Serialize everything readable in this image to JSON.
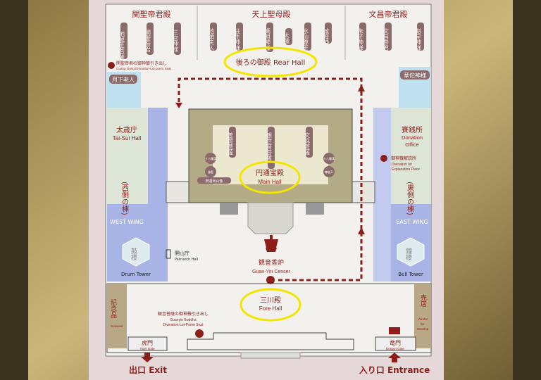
{
  "rear": {
    "shrines": [
      "関聖帝君殿",
      "天上聖母殿",
      "文昌帝君殿"
    ],
    "deities_left": [
      "地蔵王菩薩",
      "関聖帝君",
      "三官神様"
    ],
    "deities_mid": [
      "池頭夫人",
      "註生神様",
      "媽祖神様",
      "太歳",
      "水仙尊王",
      "城隍神"
    ],
    "deities_right": [
      "朱子神様",
      "文昌帝君",
      "魁星神様"
    ],
    "label": "後ろの御殿 Rear Hall",
    "seat_jp": "関聖帝君の御神籤引き出し",
    "seat_en": "Guang Gong Divination-Lot-poem Seat",
    "yuexia": "月下老人",
    "huatuo": "華佗神様"
  },
  "west": {
    "taisui_jp": "太歳庁",
    "taisui_en": "Tai-Sui Hall",
    "wing_jp": "(西側の棟)",
    "wing_en": "WEST WING",
    "drum_jp": "鼓楼",
    "drum_en": "Drum Tower",
    "patriarch_jp": "開山庁",
    "patriarch_en": "Patriarch Hall",
    "souvenir_jp": "記念品",
    "souvenir_en": "Souvenir"
  },
  "east": {
    "donation_jp": "賽銭所",
    "donation_en1": "Donation",
    "donation_en2": "Office",
    "explain_jp": "御神籤解説所",
    "explain_en1": "Divination lot",
    "explain_en2": "Explanation Place",
    "wing_jp": "(東側の棟)",
    "wing_en": "EAST WING",
    "bell_jp": "鐘楼",
    "bell_en": "Bell Tower",
    "vendor_jp": "売店",
    "vendor_en1": "Vendor",
    "vendor_en2": "for",
    "vendor_en3": "Worship"
  },
  "main": {
    "jp": "円通宝殿",
    "en": "Main Hall",
    "deities": [
      "普賢菩薩",
      "観世音菩薩",
      "文殊菩薩"
    ],
    "side": [
      "十八羅漢",
      "伽藍",
      "十八羅漢",
      "尊駄天"
    ],
    "shakyamuni": "釈迦出山像"
  },
  "censer": {
    "jp": "観音香炉",
    "en": "Guan-Yin Censer"
  },
  "fore": {
    "jp": "三川殿",
    "en": "Fore Hall",
    "seat_jp": "観音菩薩の御神籤引き出し",
    "seat_en1": "Guanyin Buddha",
    "seat_en2": "Divination-Lot-Poem Seat",
    "tiger_jp": "虎門",
    "tiger_en": "Tiger Gate",
    "dragon_jp": "竜門",
    "dragon_en": "Dragon Gate"
  },
  "exit": "出口 Exit",
  "entrance": "入り口 Entrance",
  "colors": {
    "accent": "#8c1f1a",
    "highlight": "#f2e600",
    "wing": "#a9b4e6",
    "hall": "#d9dcc8"
  }
}
